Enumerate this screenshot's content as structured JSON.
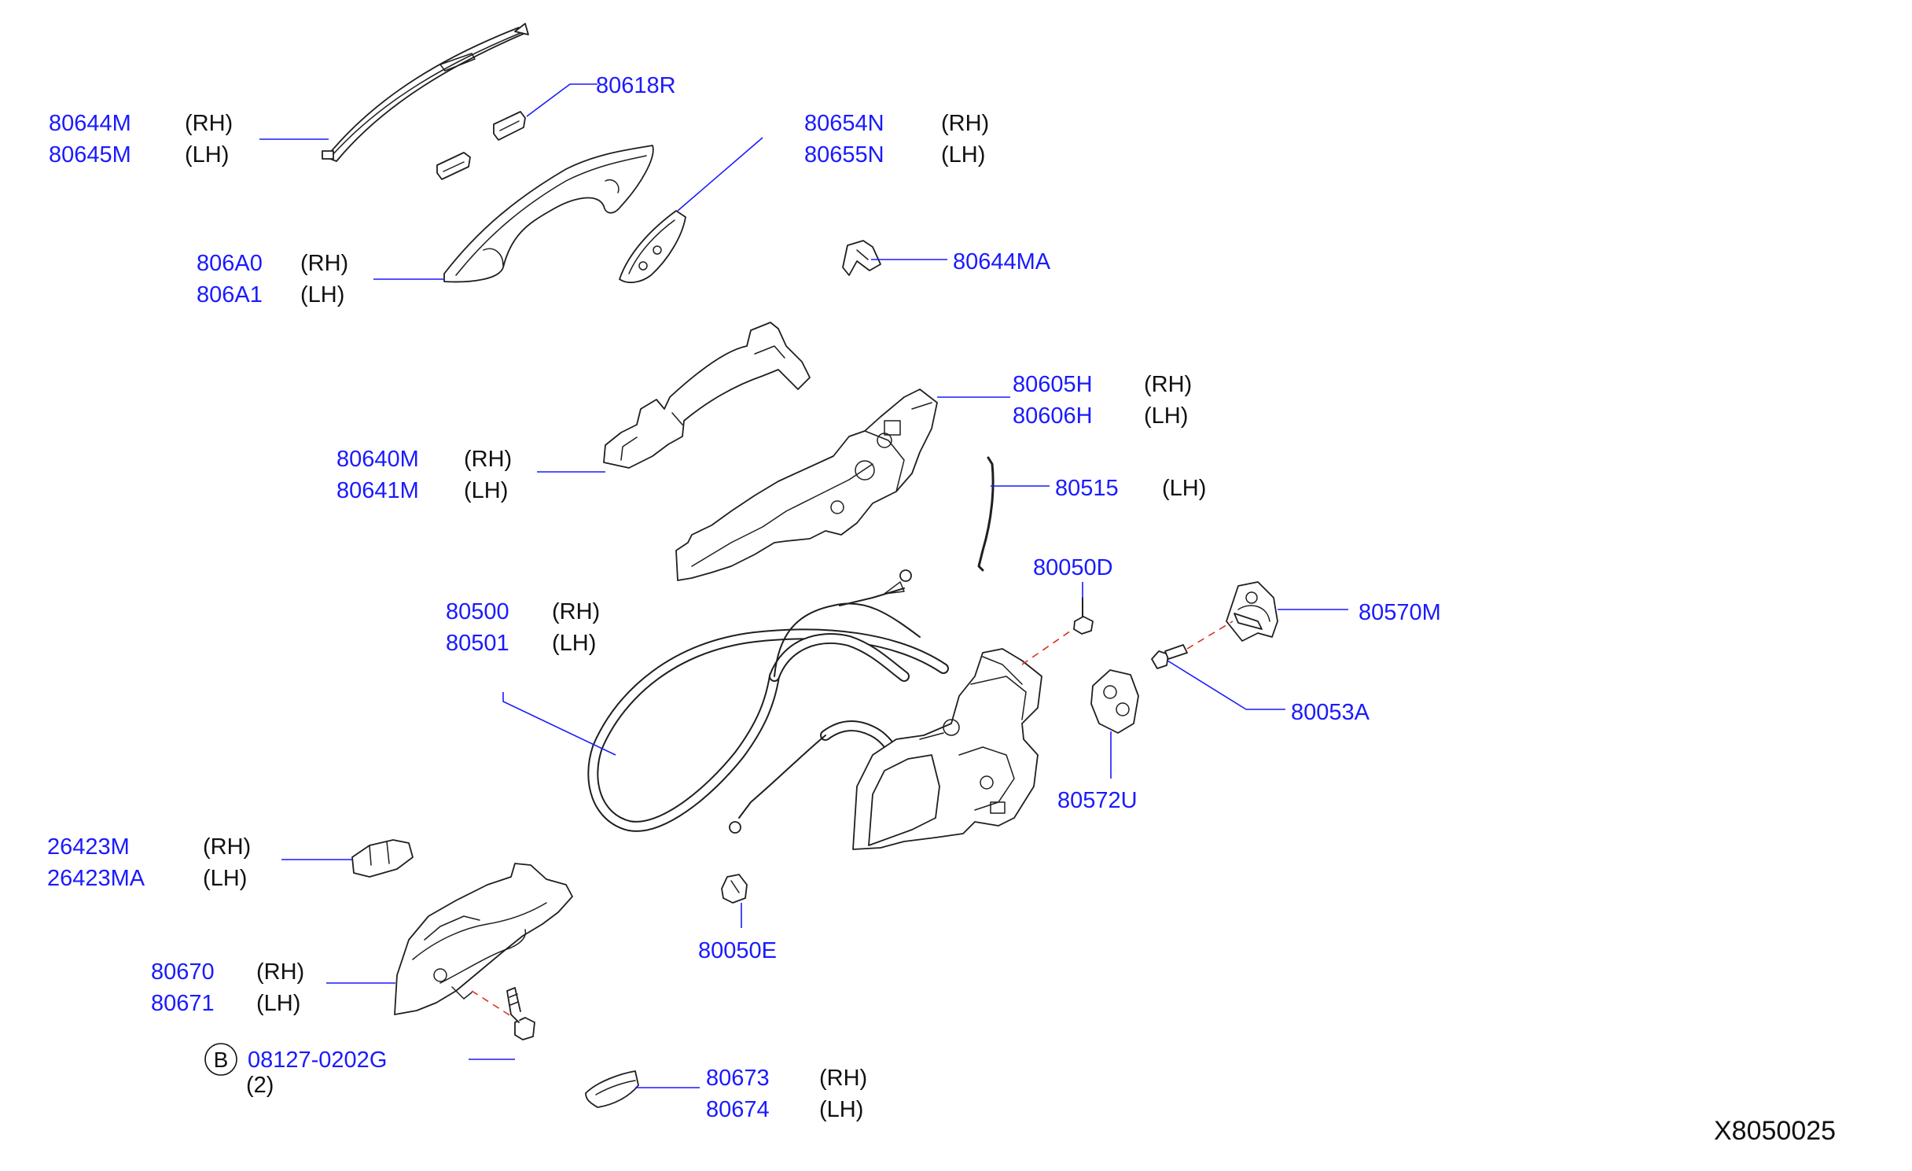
{
  "diagram_ref": "X8050025",
  "callouts": [
    {
      "id": "80644m",
      "lines": [
        {
          "part": "80644M",
          "side": "(RH)"
        },
        {
          "part": "80645M",
          "side": "(LH)"
        }
      ]
    },
    {
      "id": "80618r",
      "lines": [
        {
          "part": "80618R",
          "side": ""
        }
      ]
    },
    {
      "id": "80654n",
      "lines": [
        {
          "part": "80654N",
          "side": "(RH)"
        },
        {
          "part": "80655N",
          "side": "(LH)"
        }
      ]
    },
    {
      "id": "806a0",
      "lines": [
        {
          "part": "806A0",
          "side": "(RH)"
        },
        {
          "part": "806A1",
          "side": "(LH)"
        }
      ]
    },
    {
      "id": "80644ma",
      "lines": [
        {
          "part": "80644MA",
          "side": ""
        }
      ]
    },
    {
      "id": "80605h",
      "lines": [
        {
          "part": "80605H",
          "side": "(RH)"
        },
        {
          "part": "80606H",
          "side": "(LH)"
        }
      ]
    },
    {
      "id": "80640m",
      "lines": [
        {
          "part": "80640M",
          "side": "(RH)"
        },
        {
          "part": "80641M",
          "side": "(LH)"
        }
      ]
    },
    {
      "id": "80515",
      "lines": [
        {
          "part": "80515",
          "side": "(LH)"
        }
      ]
    },
    {
      "id": "80050d",
      "lines": [
        {
          "part": "80050D",
          "side": ""
        }
      ]
    },
    {
      "id": "80500",
      "lines": [
        {
          "part": "80500",
          "side": "(RH)"
        },
        {
          "part": "80501",
          "side": "(LH)"
        }
      ]
    },
    {
      "id": "80570m",
      "lines": [
        {
          "part": "80570M",
          "side": ""
        }
      ]
    },
    {
      "id": "80053a",
      "lines": [
        {
          "part": "80053A",
          "side": ""
        }
      ]
    },
    {
      "id": "80572u",
      "lines": [
        {
          "part": "80572U",
          "side": ""
        }
      ]
    },
    {
      "id": "26423m",
      "lines": [
        {
          "part": "26423M",
          "side": "(RH)"
        },
        {
          "part": "26423MA",
          "side": "(LH)"
        }
      ]
    },
    {
      "id": "80050e",
      "lines": [
        {
          "part": "80050E",
          "side": ""
        }
      ]
    },
    {
      "id": "80670",
      "lines": [
        {
          "part": "80670",
          "side": "(RH)"
        },
        {
          "part": "80671",
          "side": "(LH)"
        }
      ]
    },
    {
      "id": "08127",
      "lines": [
        {
          "part": "08127-0202G",
          "side": ""
        }
      ],
      "marker": "B",
      "qty": "(2)"
    },
    {
      "id": "80673",
      "lines": [
        {
          "part": "80673",
          "side": "(RH)"
        },
        {
          "part": "80674",
          "side": "(LH)"
        }
      ]
    }
  ]
}
